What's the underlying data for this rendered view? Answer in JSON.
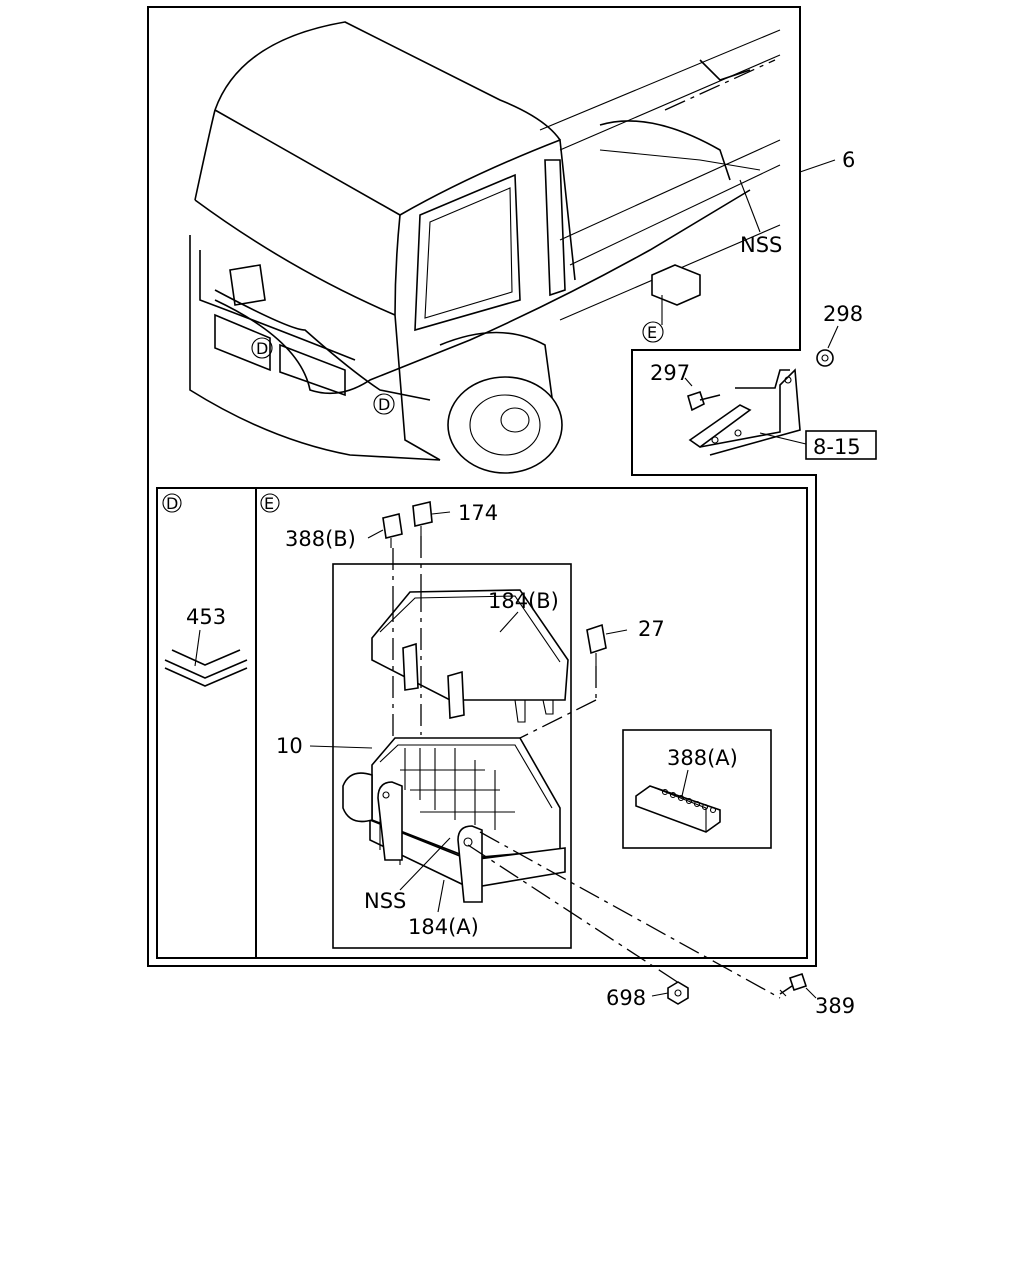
{
  "labels": {
    "harness": "6",
    "harness_nss": "NSS",
    "connector_e": "E",
    "connector_d_1": "D",
    "connector_d_2": "D",
    "bracket_bolt": "297",
    "bracket_nut": "298",
    "bracket_ref": "8-15",
    "section_d": "D",
    "section_e": "E",
    "protector": "453",
    "relay_b": "388(B)",
    "relay_174": "174",
    "cover_b": "184(B)",
    "fuse": "27",
    "fuse_box": "10",
    "fuse_strip": "388(A)",
    "box_nss": "NSS",
    "case_a": "184(A)",
    "nut": "698",
    "bolt": "389"
  }
}
